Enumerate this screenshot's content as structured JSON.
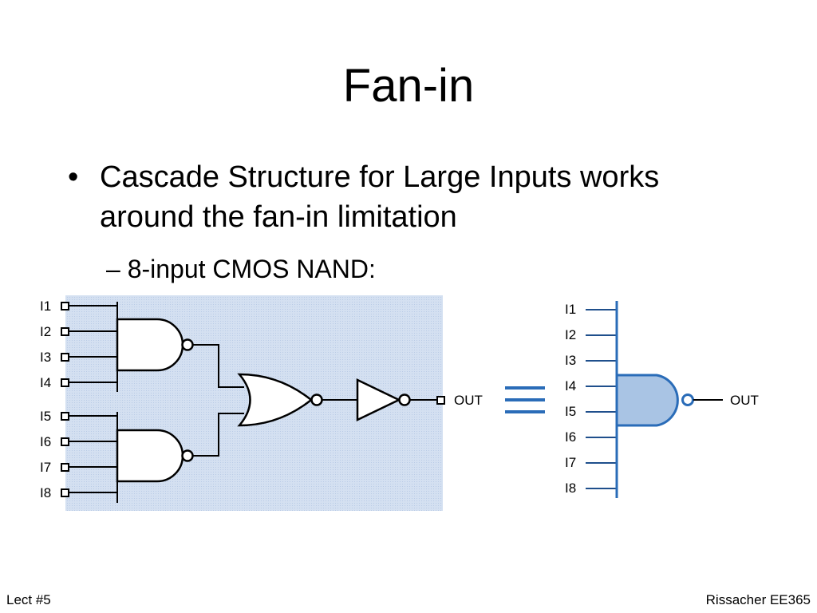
{
  "slide": {
    "title": "Fan-in",
    "bullet_marker": "•",
    "bullet_text": "Cascade Structure for Large Inputs works around the fan-in limitation",
    "sub_marker": "–",
    "sub_text": "8-input CMOS NAND:"
  },
  "diagram": {
    "inputs": [
      "I1",
      "I2",
      "I3",
      "I4",
      "I5",
      "I6",
      "I7",
      "I8"
    ],
    "output_label": "OUT",
    "equivalence_symbol": "≡",
    "colors": {
      "panel_background": "#cfdcef",
      "equivalent_gate": "#2a6cb8",
      "equivalent_gate_fill": "#a9c4e4",
      "wire": "#000000"
    }
  },
  "footer": {
    "left": "Lect #5",
    "right": "Rissacher EE365"
  }
}
